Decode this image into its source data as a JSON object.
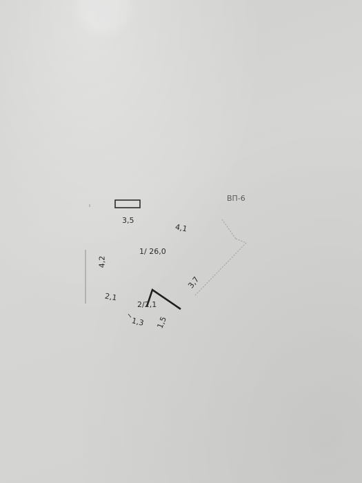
{
  "sheet_code": "ВП-6",
  "room_main": {
    "label": "1/ 26,0"
  },
  "room_small": {
    "label": "2/2,1"
  },
  "dimensions": {
    "top": "3,5",
    "top_right": "4,1",
    "left": "4,2",
    "left_lower": "2,1",
    "diagonal": "3,7",
    "bottom_a": "1,3",
    "bottom_b": "1,5"
  }
}
